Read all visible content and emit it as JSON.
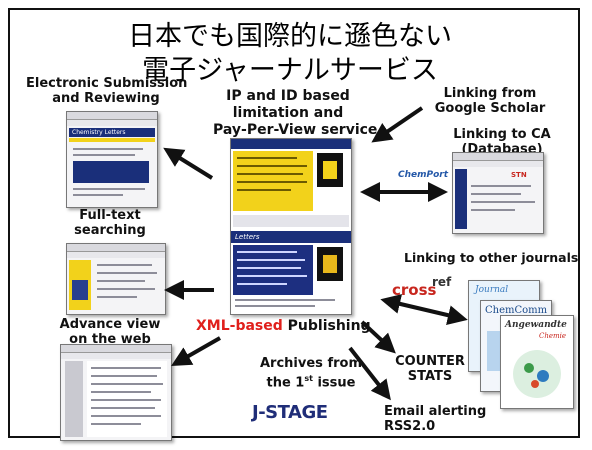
{
  "title": {
    "line1": "日本でも国際的に遜色ない",
    "line2": "電子ジャーナルサービス"
  },
  "center": {
    "line1": "IP and ID based",
    "line2": "limitation and",
    "line3": "Pay-Per-View service"
  },
  "left": {
    "submission": {
      "line1": "Electronic Submission",
      "line2": "and Reviewing"
    },
    "fulltext": {
      "line1": "Full-text",
      "line2": "searching"
    },
    "advance": {
      "line1": "Advance view",
      "line2": "on the web"
    }
  },
  "right": {
    "scholar": {
      "line1": "Linking from",
      "line2": "Google Scholar"
    },
    "ca": {
      "line1": "Linking to CA",
      "line2": "(Database)"
    },
    "journals": "Linking to other journals"
  },
  "bottom": {
    "xml_red": "XML-based",
    "xml_rest": " Publishing",
    "archives": {
      "line1": "Archives from",
      "line2_pre": "the 1",
      "line2_sup": "st",
      "line2_post": " issue"
    },
    "counter": {
      "line1": "COUNTER",
      "line2": "STATS"
    },
    "email": {
      "line1": "Email alerting",
      "line2": "RSS2.0"
    }
  },
  "logos": {
    "crossref_cross": "cross",
    "crossref_ref": "ref",
    "chempert": "ChemPort",
    "jstage": "J-STAGE",
    "chemcomm": "ChemComm",
    "angewandte": "Angewandte",
    "chemie": "Chemie",
    "journal": "Journal",
    "chem_letters": "Chemistry Letters",
    "letters_banner": "Letters",
    "stn": "STN"
  },
  "colors": {
    "accent_red": "#e0201c",
    "banner_navy": "#1a2f7a",
    "highlight_yellow": "#f2d21b"
  }
}
